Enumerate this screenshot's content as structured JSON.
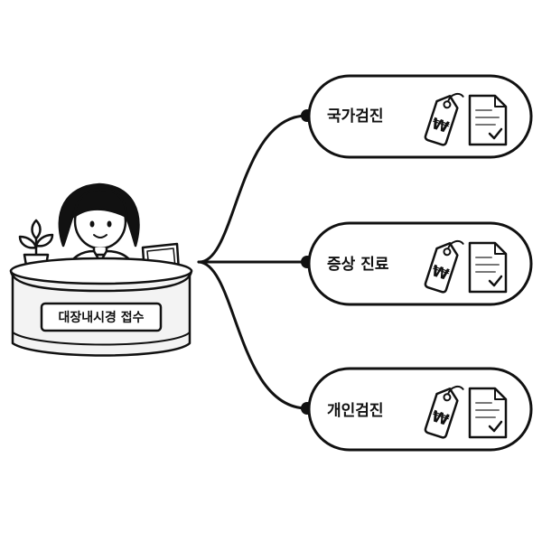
{
  "reception": {
    "sign_label": "대장내시경 접수"
  },
  "options": [
    {
      "label": "국가검진",
      "price_icon": "won-price-tag-icon",
      "doc_icon": "checked-document-icon"
    },
    {
      "label": "증상 진료",
      "price_icon": "won-price-tag-icon",
      "doc_icon": "checked-document-icon"
    },
    {
      "label": "개인검진",
      "price_icon": "won-price-tag-icon",
      "doc_icon": "checked-document-icon"
    }
  ],
  "symbols": {
    "currency": "₩"
  },
  "colors": {
    "stroke": "#111111",
    "desk": "#f3f3f3",
    "background": "#ffffff"
  }
}
